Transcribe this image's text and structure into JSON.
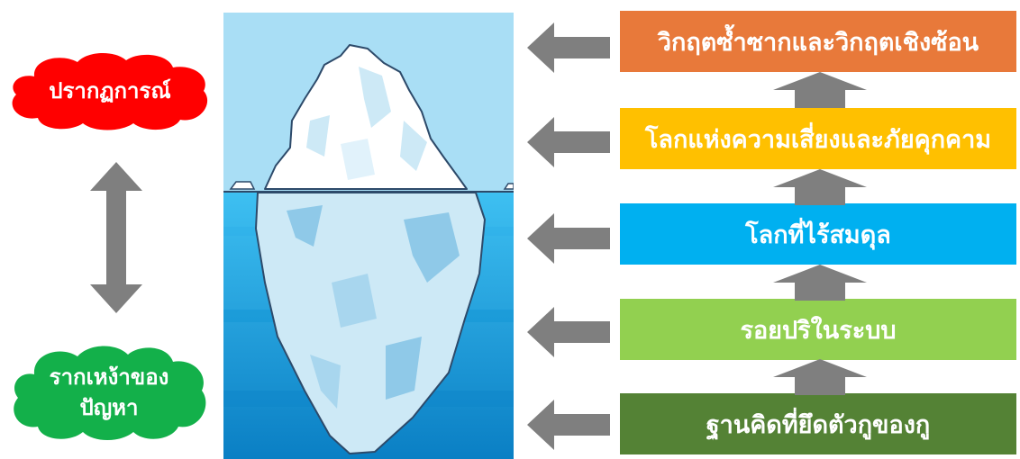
{
  "left": {
    "phenomenon": {
      "label": "ปรากฏการณ์",
      "color": "#ff0000"
    },
    "root_cause": {
      "line1": "รากเหง้าของ",
      "line2": "ปัญหา",
      "color": "#13b04a"
    }
  },
  "levels": [
    {
      "label": "วิกฤตซ้ำซากและวิกฤตเชิงซ้อน",
      "color": "#e8793a"
    },
    {
      "label": "โลกแห่งความเสี่ยงและภัยคุกคาม",
      "color": "#ffc000"
    },
    {
      "label": "โลกที่ไร้สมดุล",
      "color": "#00b0f0"
    },
    {
      "label": "รอยปริในระบบ",
      "color": "#92d050"
    },
    {
      "label": "ฐานคิดที่ยึดตัวกูของกู",
      "color": "#548235"
    }
  ],
  "colors": {
    "arrow": "#7f7f7f",
    "sky": "#a9def5",
    "water_top": "#3ec0f2",
    "water_bottom": "#0a7fc4"
  }
}
